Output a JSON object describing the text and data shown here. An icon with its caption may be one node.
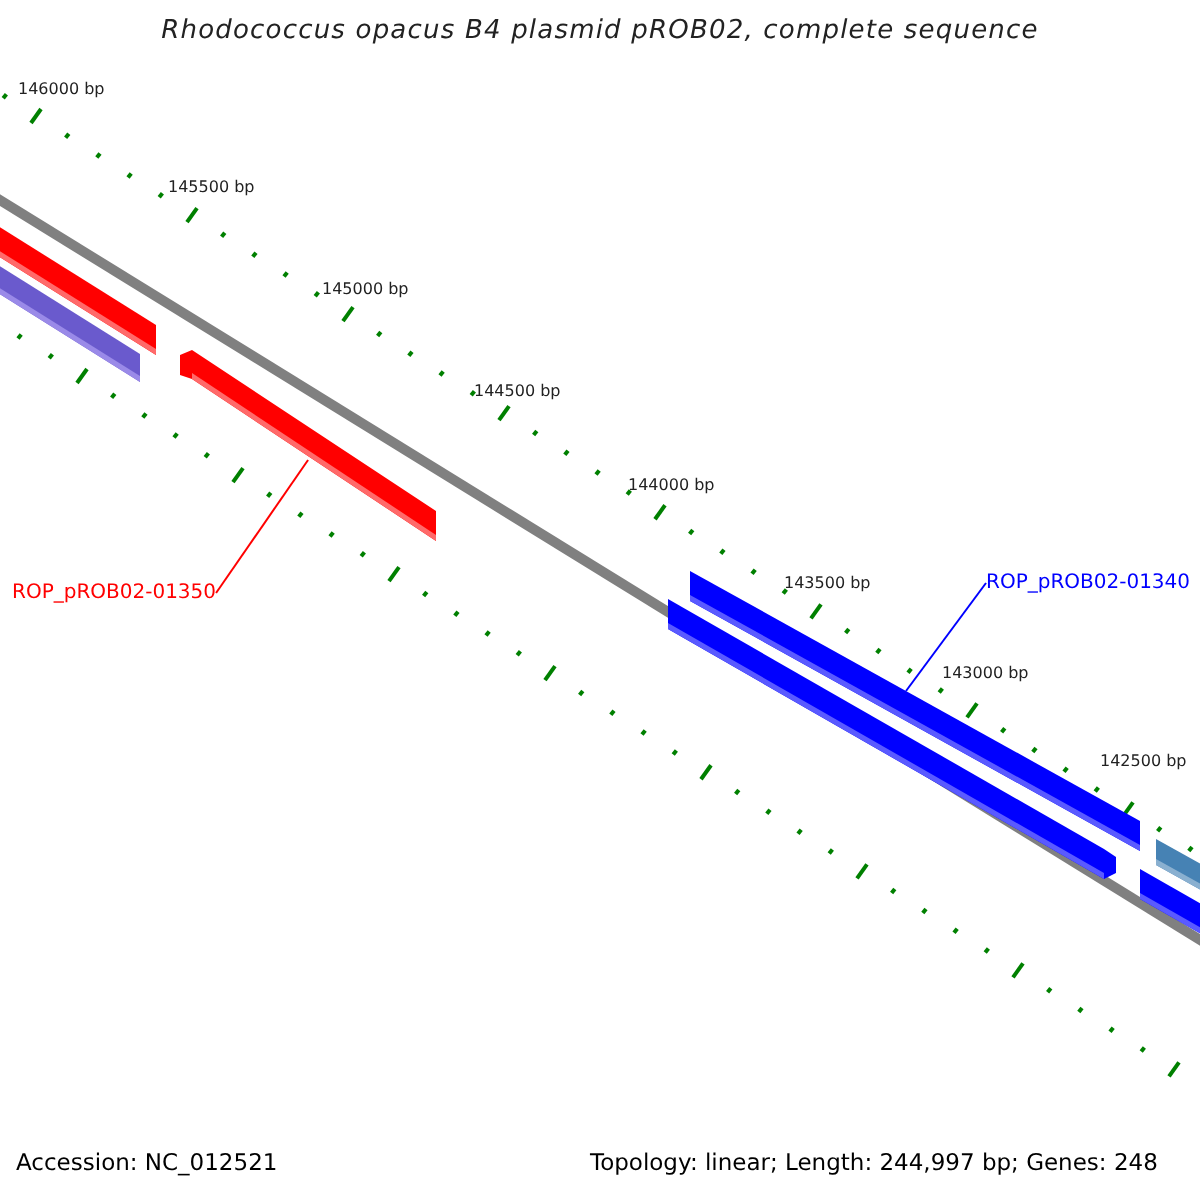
{
  "diagram": {
    "title": "Rhodococcus opacus B4 plasmid pROB02, complete sequence",
    "nodes": [
      {
        "text": [
          "ROP_pROB02-01350"
        ]
      },
      {
        "text": [],
        "shape": "bar"
      },
      {
        "text": [
          "ROP_pROB02-01340"
        ]
      },
      {
        "text": [],
        "shape": "bar"
      }
    ],
    "edges": [
      {
        "from": 0,
        "to": 1,
        "arrow": "none",
        "color": "#ff0000"
      },
      {
        "from": 2,
        "to": 3,
        "arrow": "none",
        "color": "#0000ff"
      }
    ],
    "labels": [
      "146000 bp",
      "145500 bp",
      "145000 bp",
      "144500 bp",
      "144000 bp",
      "143500 bp",
      "143000 bp",
      "142500 bp",
      "Accession: NC_012521",
      "Topology: linear; Length: 244,997 bp; Genes: 248"
    ]
  }
}
